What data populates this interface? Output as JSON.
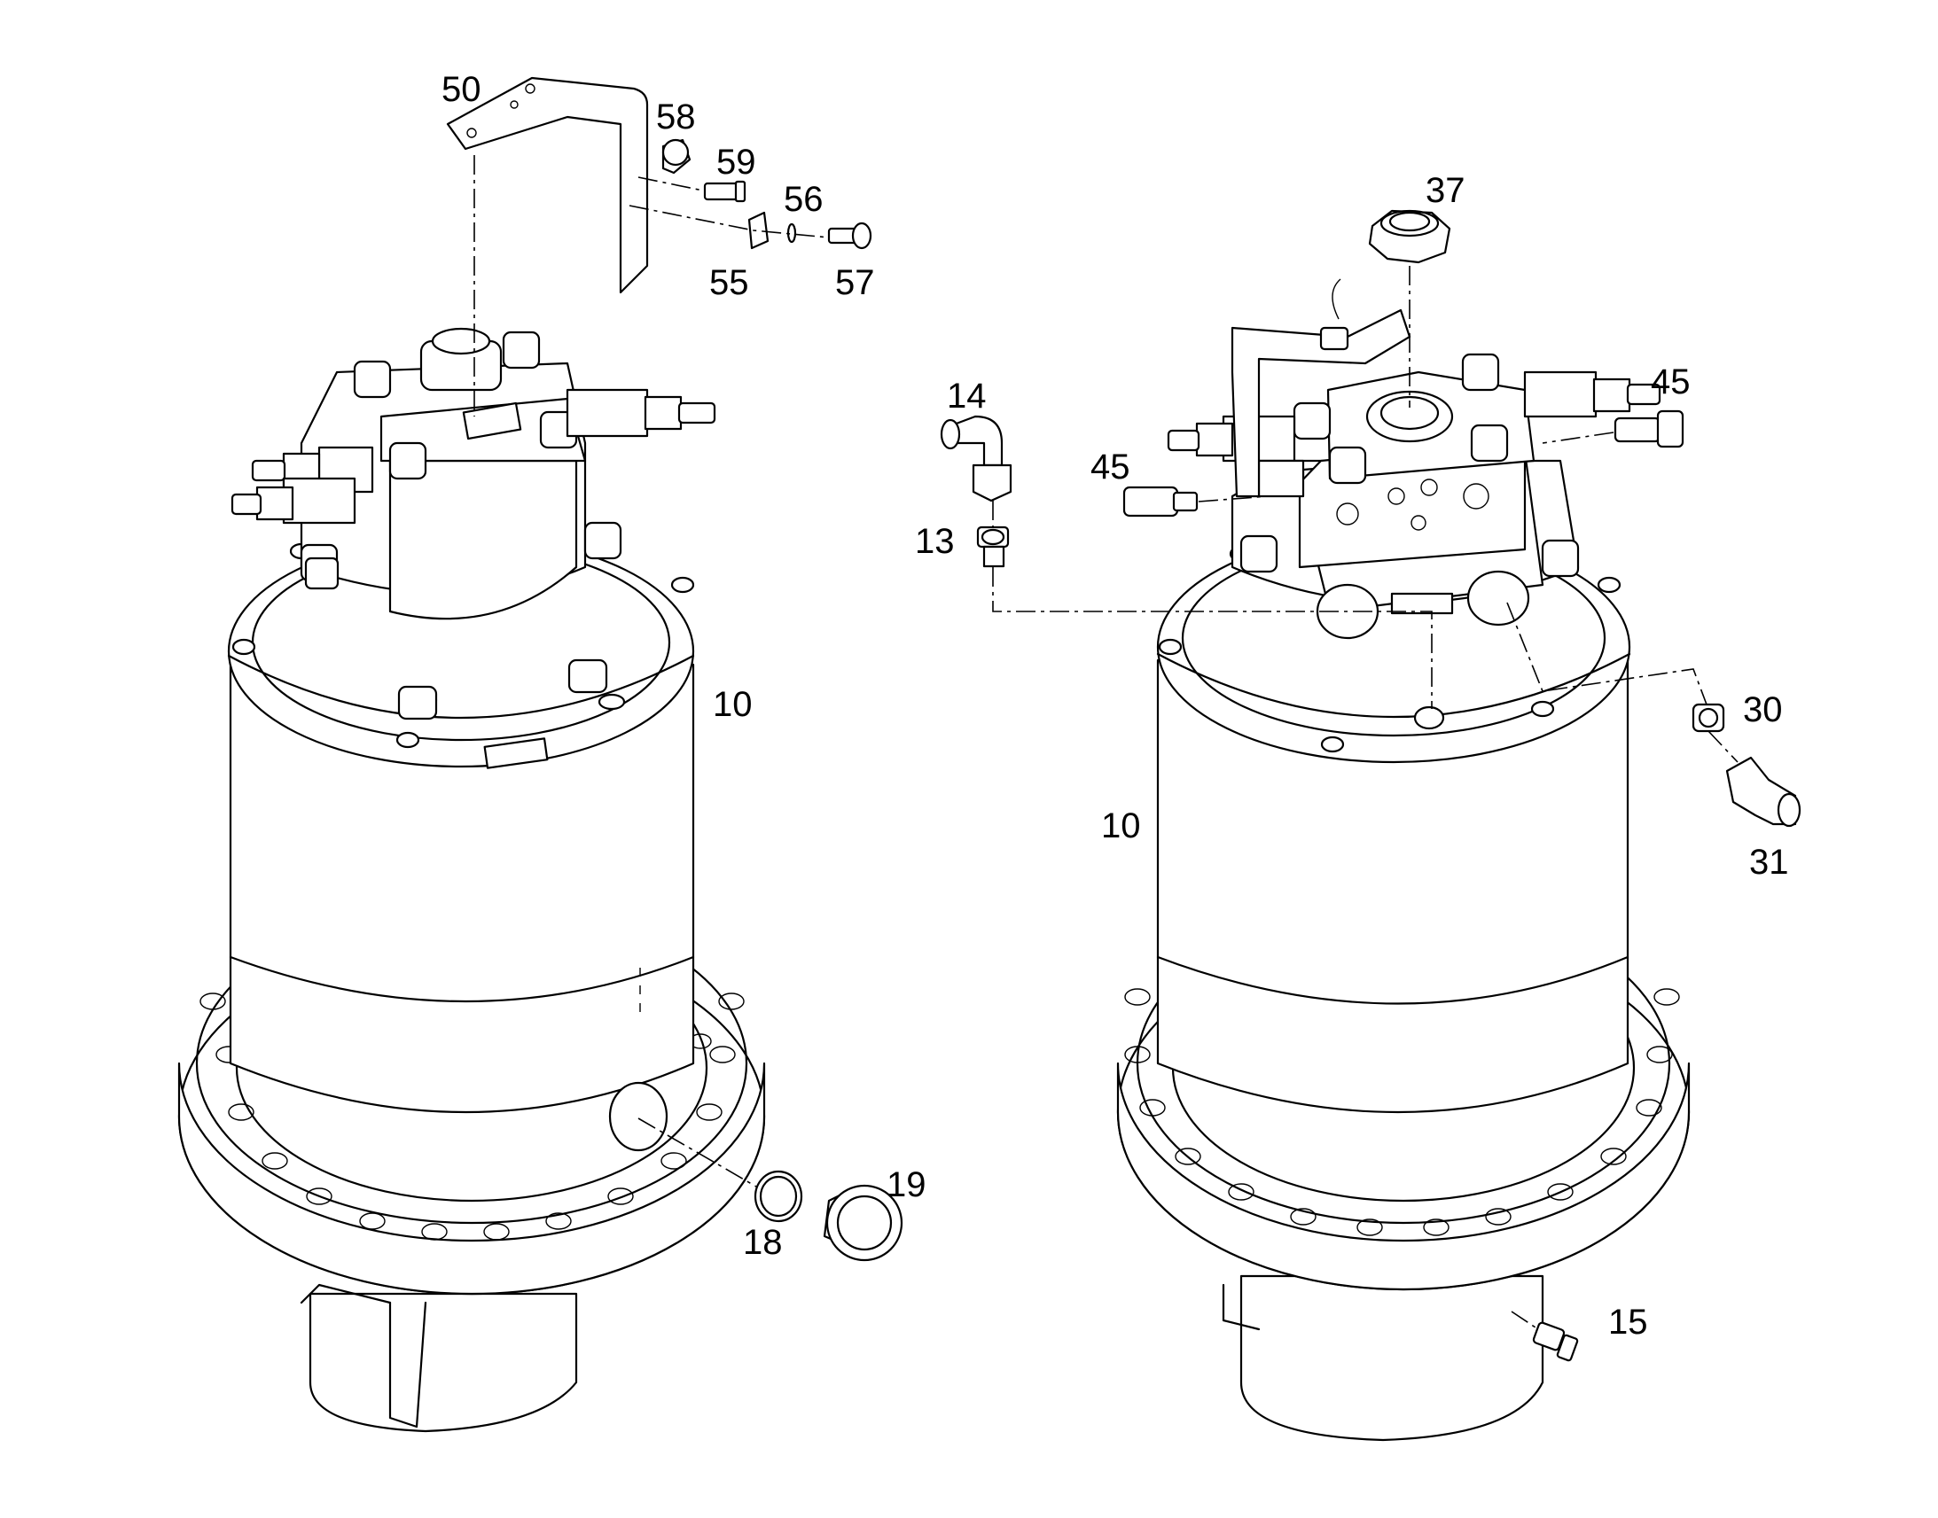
{
  "callouts": {
    "c50": "50",
    "c58": "58",
    "c59": "59",
    "c56": "56",
    "c55": "55",
    "c57": "57",
    "c10_left": "10",
    "c18": "18",
    "c19": "19",
    "c14": "14",
    "c13": "13",
    "c37": "37",
    "c45_left": "45",
    "c45_right": "45",
    "c10_right": "10",
    "c30": "30",
    "c31": "31",
    "c15": "15"
  }
}
